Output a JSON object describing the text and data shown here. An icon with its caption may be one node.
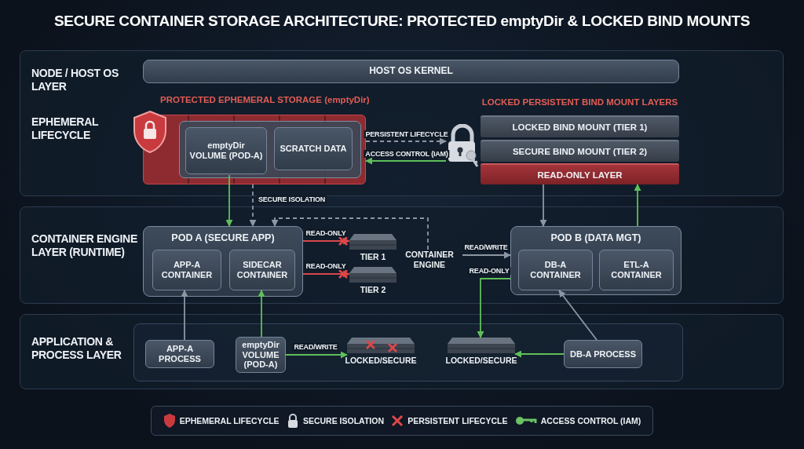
{
  "diagram": {
    "title": "SECURE CONTAINER STORAGE ARCHITECTURE: PROTECTED emptyDir & LOCKED BIND MOUNTS",
    "nodes": [
      {
        "text": [
          "NODE / HOST OS LAYER",
          "EPHEMERAL LIFECYCLE"
        ]
      },
      {
        "text": [
          "HOST OS KERNEL"
        ],
        "in": 0
      },
      {
        "text": [
          "PROTECTED EPHEMERAL STORAGE (emptyDir)"
        ],
        "in": 0
      },
      {
        "text": [
          "emptyDir VOLUME (POD-A)"
        ],
        "in": 2
      },
      {
        "text": [
          "SCRATCH DATA"
        ],
        "in": 2
      },
      {
        "text": [],
        "shape": "picture",
        "in": 0
      },
      {
        "text": [
          "LOCKED BIND MOUNT (TIER 1)"
        ],
        "in": 0
      },
      {
        "text": [
          "SECURE BIND MOUNT (TIER 2)"
        ],
        "in": 0
      },
      {
        "text": [
          "READ-ONLY LAYER"
        ],
        "in": 0
      },
      {
        "text": [
          "CONTAINER ENGINE LAYER (RUNTIME)"
        ]
      },
      {
        "text": [
          "POD A (SECURE APP)"
        ],
        "in": 9
      },
      {
        "text": [
          "APP-A CONTAINER"
        ],
        "in": 10
      },
      {
        "text": [
          "SIDECAR CONTAINER"
        ],
        "in": 10
      },
      {
        "text": [],
        "shape": "drive",
        "beside": [
          "TIER 1"
        ],
        "in": 9
      },
      {
        "text": [],
        "shape": "drive",
        "beside": [
          "TIER 2"
        ],
        "in": 9
      },
      {
        "text": [
          "CONTAINER ENGINE"
        ],
        "in": 9
      },
      {
        "text": [
          "POD B (DATA MGT)"
        ],
        "in": 9
      },
      {
        "text": [
          "DB-A CONTAINER"
        ],
        "in": 16
      },
      {
        "text": [
          "ETL-A CONTAINER"
        ],
        "in": 16
      },
      {
        "text": [
          "APPLICATION & PROCESS LAYER"
        ]
      },
      {
        "text": [],
        "shape": "box",
        "in": 19
      },
      {
        "text": [
          "APP-A PROCESS"
        ],
        "in": 20
      },
      {
        "text": [
          "emptyDir VOLUME (POD-A)"
        ],
        "in": 20
      },
      {
        "text": [],
        "shape": "drive",
        "beside": [
          "LOCKED/SECURE"
        ],
        "in": 20
      },
      {
        "text": [],
        "shape": "drive",
        "beside": [
          "LOCKED/SECURE"
        ],
        "in": 20
      },
      {
        "text": [
          "DB-A PROCESS"
        ],
        "in": 20
      }
    ],
    "edges": [
      {
        "from": 3,
        "to": 10,
        "arrow": "to",
        "color": "#5fbf5a"
      },
      {
        "from": 2,
        "to": 10,
        "arrow": "to",
        "style": "dashed",
        "label": "SECURE ISOLATION"
      },
      {
        "from": 2,
        "to": 5,
        "arrow": "to",
        "style": "dashed",
        "label": "PERSISTENT LIFECYCLE"
      },
      {
        "from": 5,
        "to": 2,
        "arrow": "to",
        "color": "#5fbf5a",
        "label": "ACCESS CONTROL (IAM)"
      },
      {
        "from": 8,
        "to": 16,
        "arrow": "to"
      },
      {
        "from": 16,
        "to": 8,
        "arrow": "to",
        "color": "#5fbf5a"
      },
      {
        "from": 10,
        "to": 13,
        "arrow": "to",
        "color": "#d9474a",
        "label": "READ-ONLY"
      },
      {
        "from": 10,
        "to": 14,
        "arrow": "to",
        "color": "#d9474a",
        "label": "READ-ONLY"
      },
      {
        "from": 15,
        "to": 10,
        "arrow": "to",
        "style": "dashed"
      },
      {
        "from": 15,
        "to": 16,
        "arrow": "to",
        "label": "READ/WRITE"
      },
      {
        "from": 16,
        "to": 24,
        "arrow": "to",
        "color": "#5fbf5a",
        "label": "READ-ONLY"
      },
      {
        "from": 21,
        "to": 11,
        "arrow": "to"
      },
      {
        "from": 22,
        "to": 12,
        "arrow": "to",
        "color": "#5fbf5a"
      },
      {
        "from": 22,
        "to": 23,
        "arrow": "to",
        "color": "#5fbf5a",
        "label": "READ/WRITE"
      },
      {
        "from": 25,
        "to": 24,
        "arrow": "to",
        "color": "#5fbf5a"
      },
      {
        "from": 25,
        "to": 17,
        "arrow": "to"
      }
    ],
    "labels": [
      "LOCKED PERSISTENT BIND MOUNT LAYERS"
    ],
    "legend": [
      {
        "text": "EPHEMERAL LIFECYCLE"
      },
      {
        "text": "SECURE ISOLATION"
      },
      {
        "text": "PERSISTENT LIFECYCLE"
      },
      {
        "text": "ACCESS CONTROL (IAM)"
      }
    ]
  }
}
